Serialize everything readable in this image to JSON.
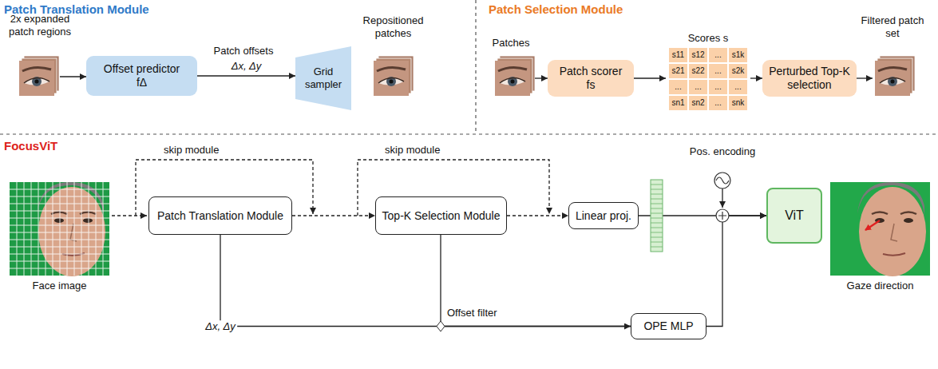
{
  "diagram": {
    "nodes": [
      {
        "text": [
          "Offset predictor fΔ"
        ]
      },
      {
        "text": [
          "Grid sampler"
        ]
      },
      {
        "text": [
          "Patch scorer fs"
        ]
      },
      {
        "text": [
          "Perturbed Top-K selection"
        ]
      },
      {
        "text": [
          "Patch Translation Module"
        ]
      },
      {
        "text": [
          "Top-K Selection Module"
        ]
      },
      {
        "text": [
          "Linear proj."
        ]
      },
      {
        "text": [
          "ViT"
        ]
      },
      {
        "text": [
          "OPE MLP"
        ]
      }
    ],
    "edges": [
      {
        "from": 0,
        "to": 1,
        "arrow": "to",
        "label": "Δx, Δy"
      },
      {
        "from": 4,
        "to": 5,
        "arrow": "to"
      },
      {
        "from": 5,
        "to": 6,
        "arrow": "to"
      },
      {
        "from": 6,
        "to": 7,
        "arrow": "to"
      },
      {
        "from": 8,
        "to": 7,
        "arrow": "to"
      },
      {
        "from": 4,
        "to": 8,
        "arrow": "to",
        "label": "Δx, Δy"
      },
      {
        "from": 5,
        "to": 8,
        "arrow": "none"
      }
    ],
    "labels": [
      "Patch Translation Module",
      "2x expanded patch regions",
      "Patch offsets",
      "Repositioned patches",
      "Patch Selection Module",
      "Patches",
      "Scores s",
      "s11",
      "s12",
      "...",
      "s1k",
      "s21",
      "s22",
      "...",
      "s2k",
      "...",
      "...",
      "...",
      "...",
      "sn1",
      "sn2",
      "...",
      "snk",
      "Filtered patch set",
      "FocusViT",
      "skip module",
      "skip module",
      "Pos. encoding",
      "Face image",
      "Gaze direction",
      "Offset filter"
    ]
  }
}
